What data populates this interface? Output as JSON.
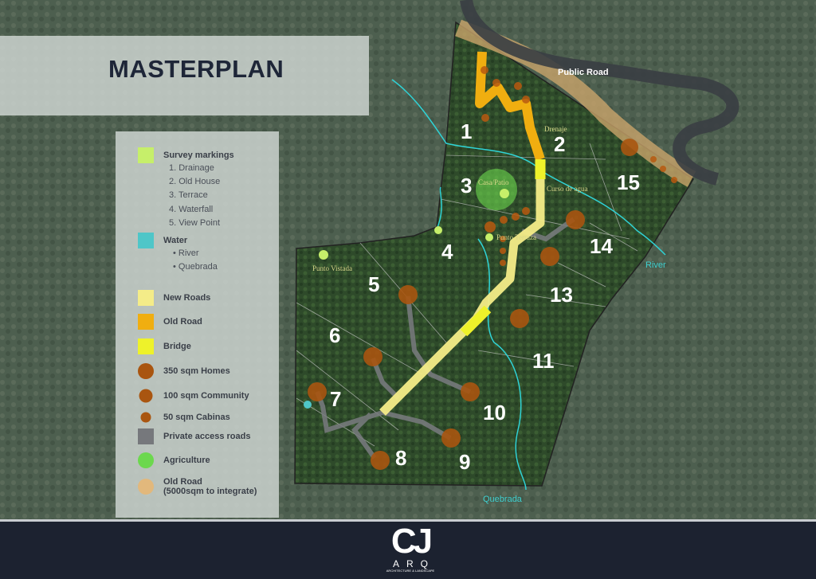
{
  "title": "MASTERPLAN",
  "legend": {
    "survey": {
      "label": "Survey markings",
      "color": "#c6ef6a",
      "items": [
        "1. Drainage",
        "2. Old House",
        "3. Terrace",
        "4. Waterfall",
        "5. View Point"
      ]
    },
    "water": {
      "label": "Water",
      "color": "#4fc6c8",
      "items": [
        "River",
        "Quebrada"
      ]
    },
    "items": [
      {
        "label": "New Roads",
        "color": "#f4ec88",
        "shape": "square"
      },
      {
        "label": "Old Road",
        "color": "#f0ae10",
        "shape": "square"
      },
      {
        "label": "Bridge",
        "color": "#eef22a",
        "shape": "square"
      },
      {
        "label": "350 sqm Homes",
        "color": "#a95510",
        "shape": "circle-large"
      },
      {
        "label": "100 sqm Community",
        "color": "#a95510",
        "shape": "circle-medium"
      },
      {
        "label": "50 sqm Cabinas",
        "color": "#a95510",
        "shape": "circle-small"
      },
      {
        "label": "Private access roads",
        "color": "#76787c",
        "shape": "square"
      },
      {
        "label": "Agriculture",
        "color": "#6cd84e",
        "shape": "circle"
      },
      {
        "label": "Old Road",
        "label2": "(5000sqm to integrate)",
        "color": "#e2b87c",
        "shape": "circle"
      }
    ]
  },
  "map": {
    "labels": {
      "public_road": "Public Road",
      "river": "River",
      "quebrada": "Quebrada",
      "drenaje": "Drenaje",
      "casa_patio": "Casa/Patio",
      "curso_agua": "Curso de agua",
      "punto_terraza": "Punto Terraza",
      "punto_vistada": "Punto Vistada"
    },
    "plots": [
      "1",
      "2",
      "3",
      "4",
      "5",
      "6",
      "7",
      "8",
      "9",
      "10",
      "11",
      "13",
      "14",
      "15"
    ]
  },
  "footer": {
    "logo_main": "CJ",
    "logo_sub": "ARQ",
    "logo_tag": "ARCHITECTURE & LANDSCAPE"
  }
}
